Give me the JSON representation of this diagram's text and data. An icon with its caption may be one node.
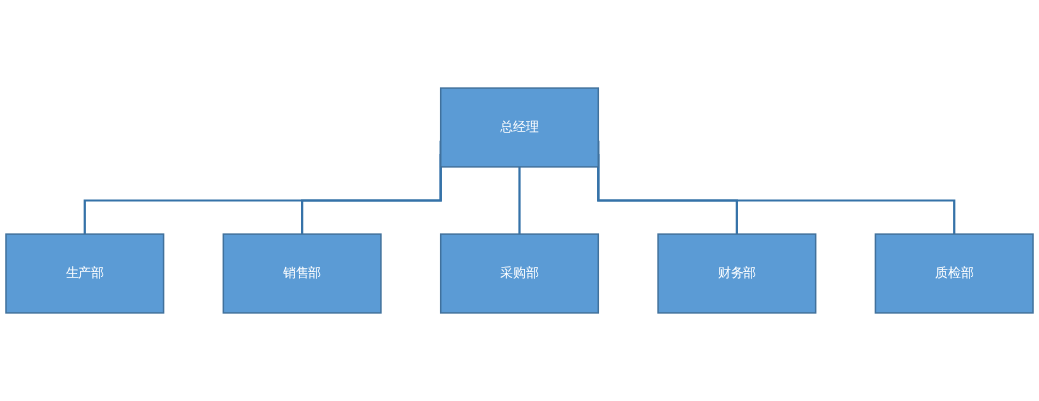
{
  "diagram": {
    "nodes": [
      {
        "text": [
          "总经理"
        ]
      },
      {
        "text": [
          "生产部"
        ]
      },
      {
        "text": [
          "销售部"
        ]
      },
      {
        "text": [
          "采购部"
        ]
      },
      {
        "text": [
          "财务部"
        ]
      },
      {
        "text": [
          "质检部"
        ]
      }
    ],
    "edges": [
      {
        "from": 0,
        "to": 1,
        "arrow": "none"
      },
      {
        "from": 0,
        "to": 2,
        "arrow": "none"
      },
      {
        "from": 0,
        "to": 3,
        "arrow": "none"
      },
      {
        "from": 0,
        "to": 4,
        "arrow": "none"
      },
      {
        "from": 0,
        "to": 5,
        "arrow": "none"
      }
    ]
  }
}
